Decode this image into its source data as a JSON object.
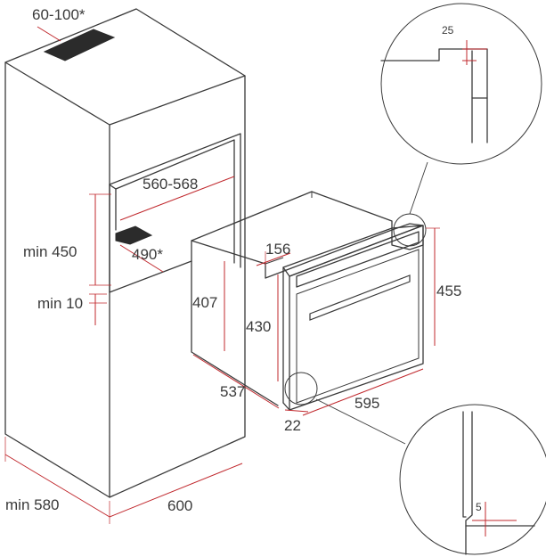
{
  "labels": {
    "vent_top": "60-100*",
    "niche_width": "560-568",
    "niche_height": "min 450",
    "vent_depth": "490*",
    "min_gap": "min 10",
    "oven_front_to_body": "156",
    "oven_body_height": "407",
    "oven_height": "430",
    "oven_total_height": "455",
    "oven_depth": "537",
    "oven_width": "595",
    "oven_front_offset": "22",
    "cabinet_depth": "min 580",
    "cabinet_width": "600",
    "detail_top": "25",
    "detail_bottom": "5"
  },
  "colors": {
    "outline": "#3a3a3a",
    "dimension": "#c0282d",
    "vent_fill": "#2b2b2b",
    "background": "#ffffff"
  }
}
